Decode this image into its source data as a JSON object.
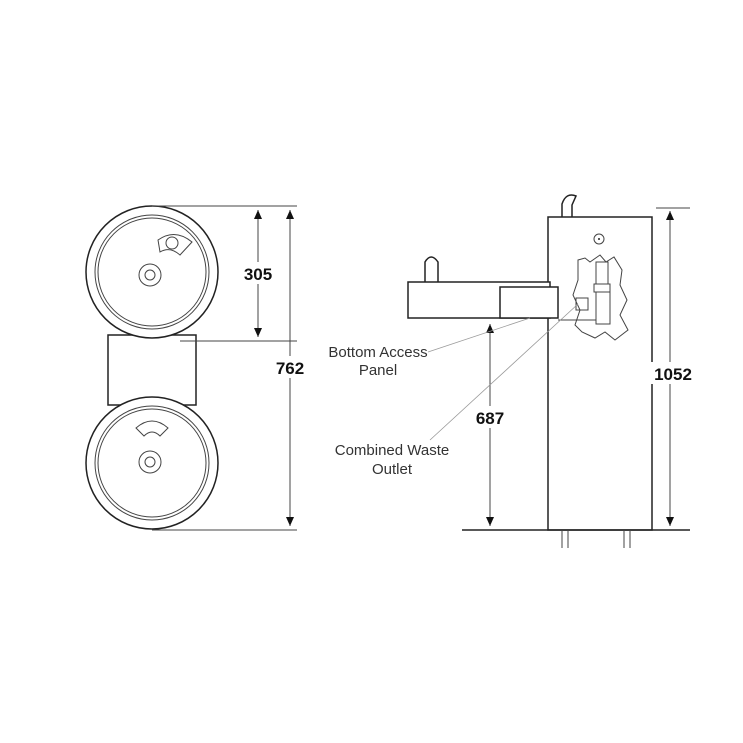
{
  "dimensions": {
    "basin_spacing": "305",
    "overall_width": "762",
    "basin_height": "687",
    "overall_height": "1052"
  },
  "labels": {
    "access_panel_line1": "Bottom Access",
    "access_panel_line2": "Panel",
    "waste_outlet_line1": "Combined Waste",
    "waste_outlet_line2": "Outlet"
  }
}
